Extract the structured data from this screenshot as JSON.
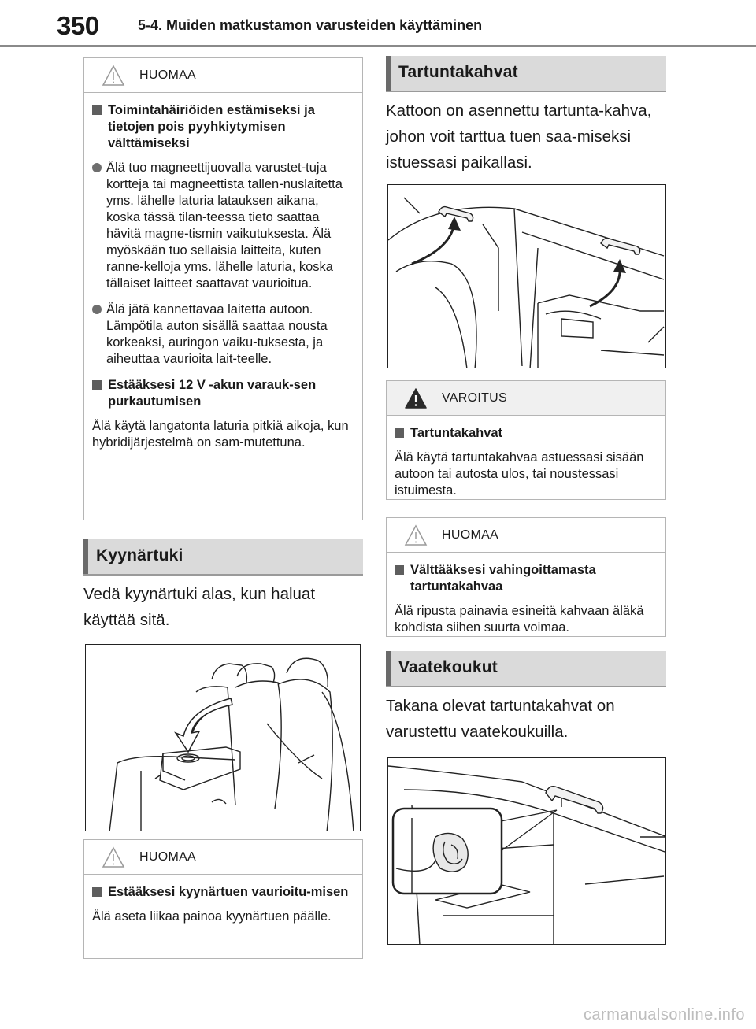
{
  "header": {
    "page_number": "350",
    "title": "5-4. Muiden matkustamon varusteiden käyttäminen"
  },
  "left": {
    "notice1": {
      "label": "HUOMAA",
      "sub1": "Toimintahäiriöiden estämiseksi ja tietojen pois pyyhkiytymisen välttämiseksi",
      "bullet1": "Älä tuo magneettijuovalla varustet-tuja kortteja tai magneettista tallen-nuslaitetta yms. lähelle laturia latauksen aikana, koska tässä tilan-teessa tieto saattaa hävitä magne-tismin vaikutuksesta. Älä myöskään tuo sellaisia laitteita, kuten ranne-kelloja yms. lähelle laturia, koska tällaiset laitteet saattavat vaurioitua.",
      "bullet2": "Älä jätä kannettavaa laitetta autoon. Lämpötila auton sisällä saattaa nousta korkeaksi, auringon vaiku-tuksesta, ja aiheuttaa vaurioita lait-teelle.",
      "sub2": "Estääksesi 12 V -akun varauk-sen purkautumisen",
      "text2": "Älä käytä langatonta laturia pitkiä aikoja, kun hybridijärjestelmä on sam-mutettuna."
    },
    "armrest": {
      "title": "Kyynärtuki",
      "text": "Vedä kyynärtuki alas, kun haluat käyttää sitä."
    },
    "notice2": {
      "label": "HUOMAA",
      "sub1": "Estääksesi kyynärtuen vaurioitu-misen",
      "text1": "Älä aseta liikaa painoa kyynärtuen päälle."
    }
  },
  "right": {
    "handles": {
      "title": "Tartuntakahvat",
      "text": "Kattoon on asennettu tartunta-kahva, johon voit tarttua tuen saa-miseksi istuessasi paikallasi."
    },
    "warning": {
      "label": "VAROITUS",
      "sub1": "Tartuntakahvat",
      "text1": "Älä käytä tartuntakahvaa astuessasi sisään autoon tai autosta ulos, tai noustessasi istuimesta."
    },
    "notice3": {
      "label": "HUOMAA",
      "sub1": "Välttääksesi vahingoittamasta tartuntakahvaa",
      "text1": "Älä ripusta painavia esineitä kahvaan äläkä kohdista siihen suurta voimaa."
    },
    "hooks": {
      "title": "Vaatekoukut",
      "text": "Takana olevat tartuntakahvat on varustettu vaatekoukuilla."
    }
  },
  "watermark": "carmanualsonline.info"
}
